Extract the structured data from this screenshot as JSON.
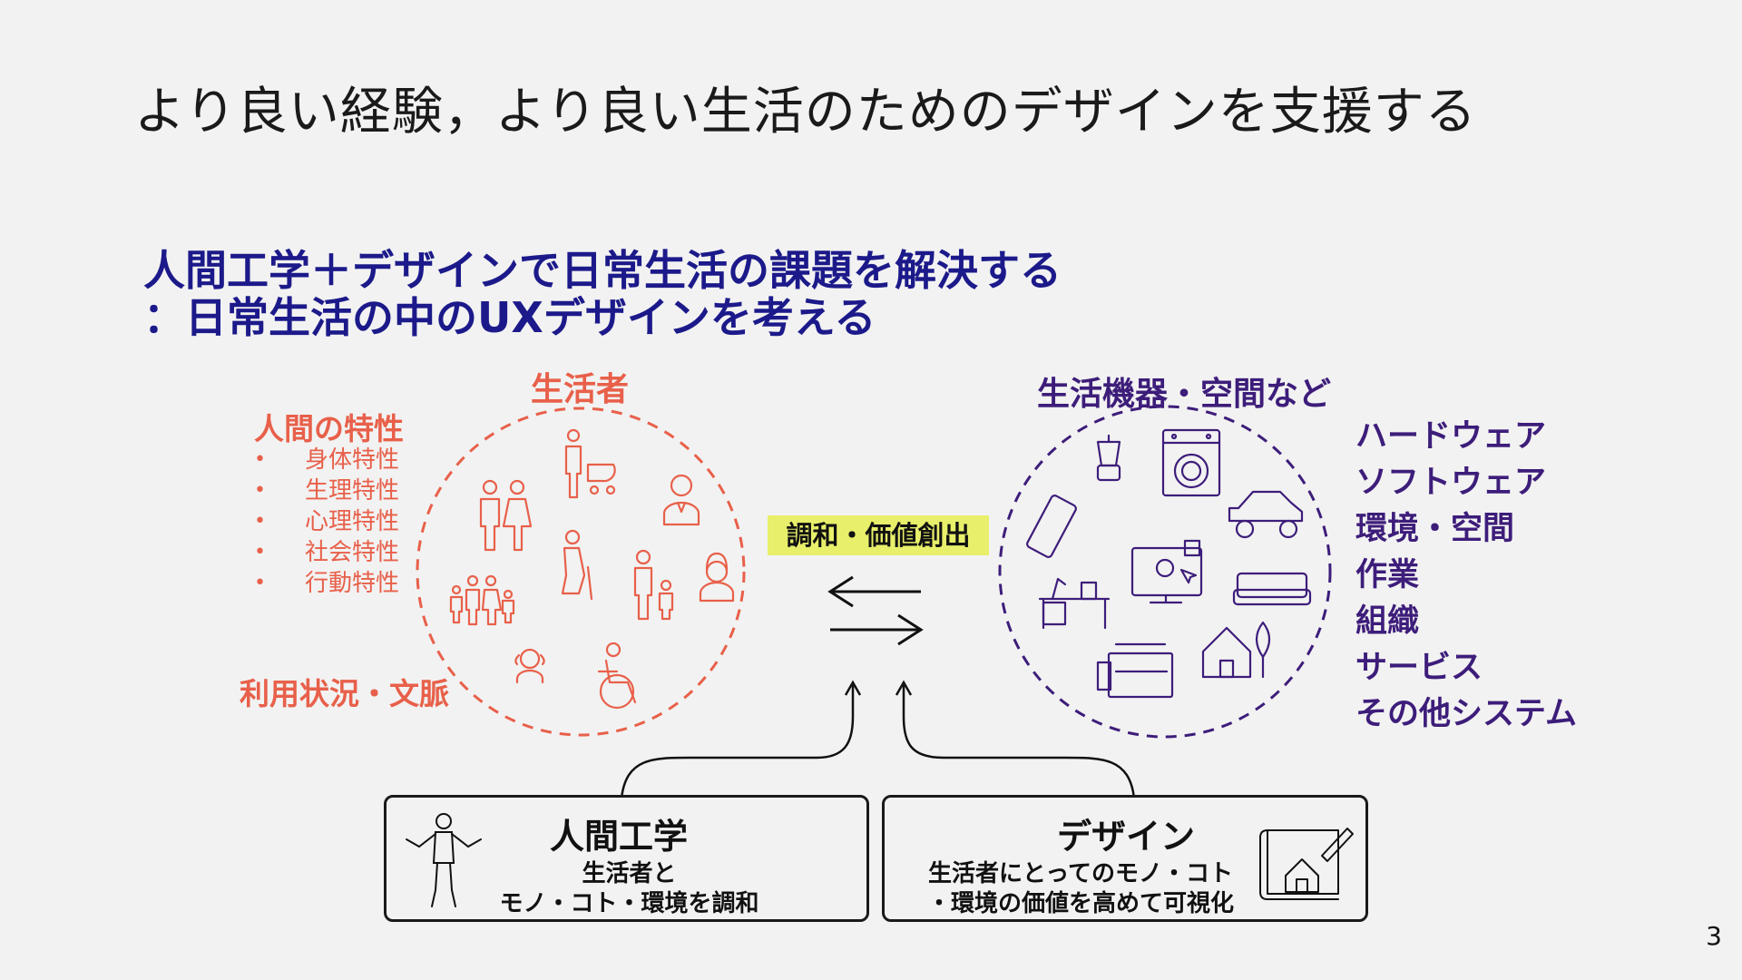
{
  "slide": {
    "title": "より良い経験，より良い生活のためのデザインを支援する",
    "subtitle_line1": "人間工学＋デザインで日常生活の課題を解決する",
    "subtitle_line2": "：日常生活の中のUXデザインを考える",
    "page_number": "3"
  },
  "left": {
    "heading": "生活者",
    "traits_heading": "人間の特性",
    "traits": [
      "身体特性",
      "生理特性",
      "心理特性",
      "社会特性",
      "行動特性"
    ],
    "context": "利用状況・文脈"
  },
  "right": {
    "heading": "生活機器・空間など",
    "items": [
      "ハードウェア",
      "ソフトウェア",
      "環境・空間",
      "作業",
      "組織",
      "サービス",
      "その他システム"
    ]
  },
  "center": {
    "label": "調和・価値創出"
  },
  "boxes": {
    "ergonomics": {
      "title": "人間工学",
      "desc_line1": "生活者と",
      "desc_line2": "モノ・コト・環境を調和"
    },
    "design": {
      "title": "デザイン",
      "desc_line1": "生活者にとってのモノ・コト",
      "desc_line2": "・環境の価値を高めて可視化"
    }
  },
  "colors": {
    "person_side": "#e8604a",
    "product_side": "#3d1d7a",
    "title_blue": "#1c1a8a",
    "highlight": "#e8ef6a"
  },
  "icons": [
    "person-with-stroller-icon",
    "businessman-icon",
    "couple-icon",
    "elderly-with-cane-icon",
    "parent-child-icon",
    "woman-icon",
    "family-icon",
    "girl-icon",
    "wheelchair-icon",
    "blender-icon",
    "washing-machine-icon",
    "smartphone-icon",
    "car-icon",
    "computer-screen-icon",
    "desk-icon",
    "sofa-icon",
    "printer-icon",
    "house-icon",
    "mannequin-icon",
    "blueprint-house-icon"
  ]
}
